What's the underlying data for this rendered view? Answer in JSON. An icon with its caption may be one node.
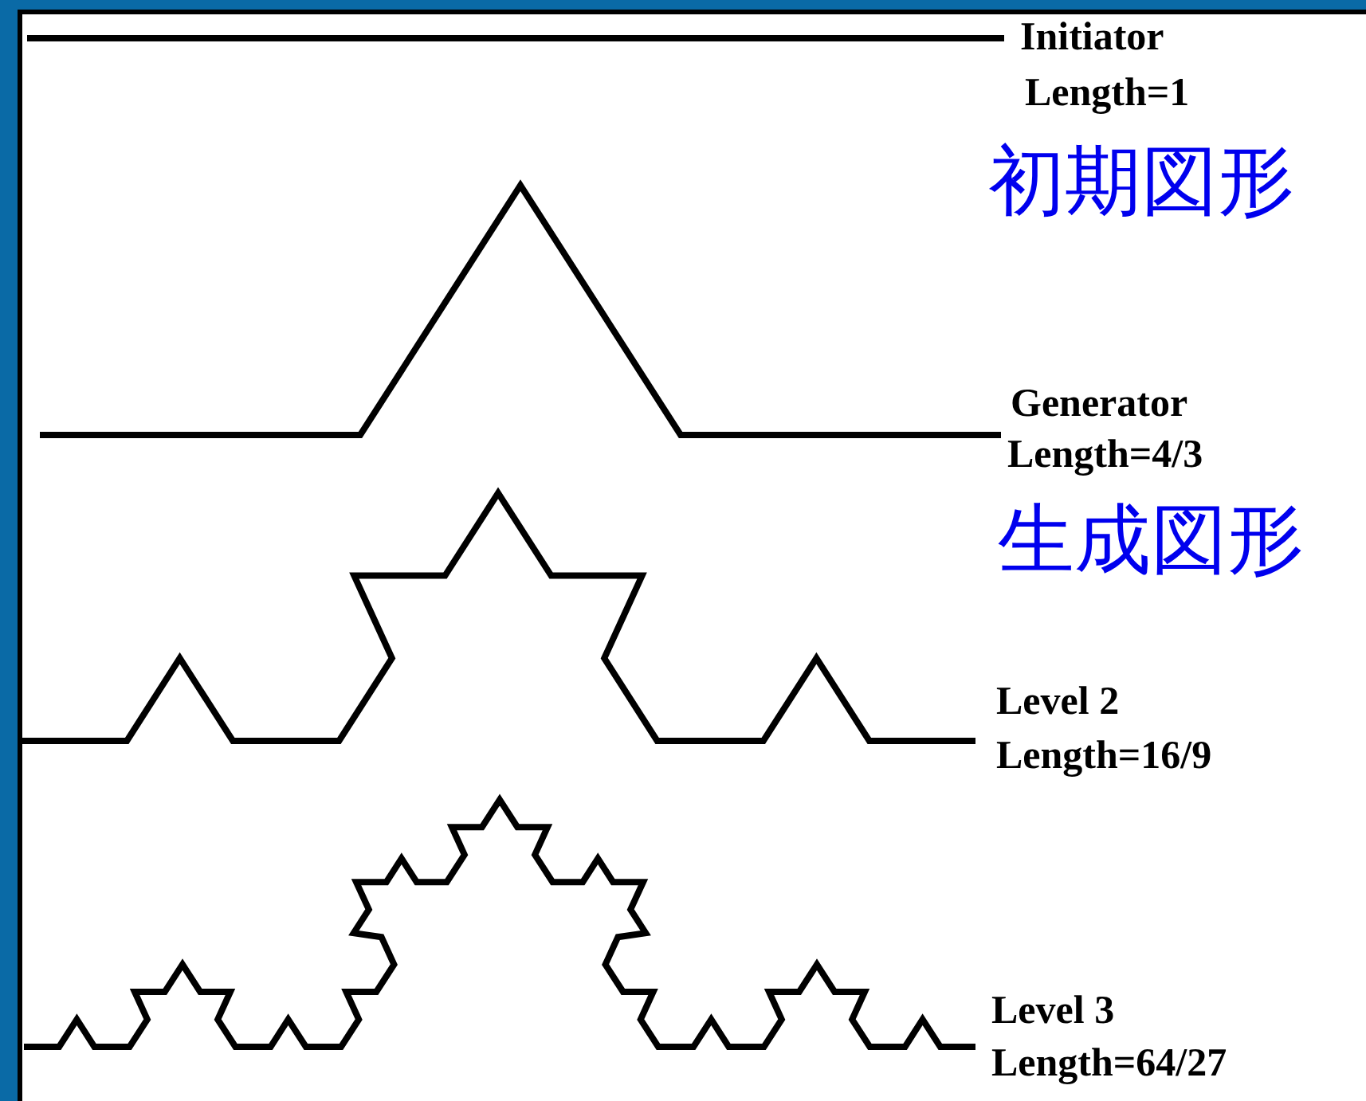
{
  "diagram": {
    "labels": [
      "Initiator",
      "Length=1",
      "初期図形",
      "Generator",
      "Length=4/3",
      "生成図形",
      "Level 2",
      "Length=16/9",
      "Level 3",
      "Length=64/27"
    ]
  }
}
